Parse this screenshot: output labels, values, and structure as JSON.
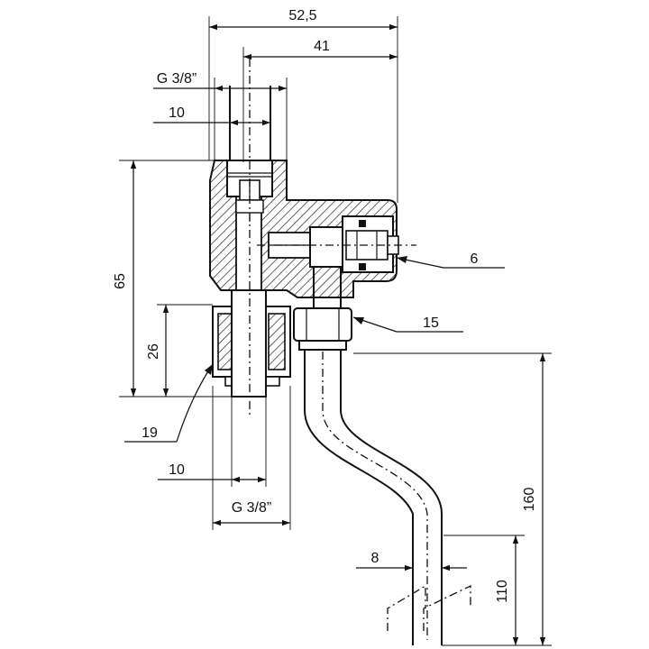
{
  "dimensions": {
    "overall_width": "52,5",
    "offset_width": "41",
    "thread_top": "G 3/8”",
    "tube_top": "10",
    "height_body": "65",
    "height_nut": "26",
    "tube_bottom": "10",
    "thread_bottom": "G 3/8”",
    "spout_height": "160",
    "spout_lower": "110",
    "spout_diameter": "8"
  },
  "callouts": {
    "part_6": "6",
    "part_15": "15",
    "part_19": "19"
  }
}
